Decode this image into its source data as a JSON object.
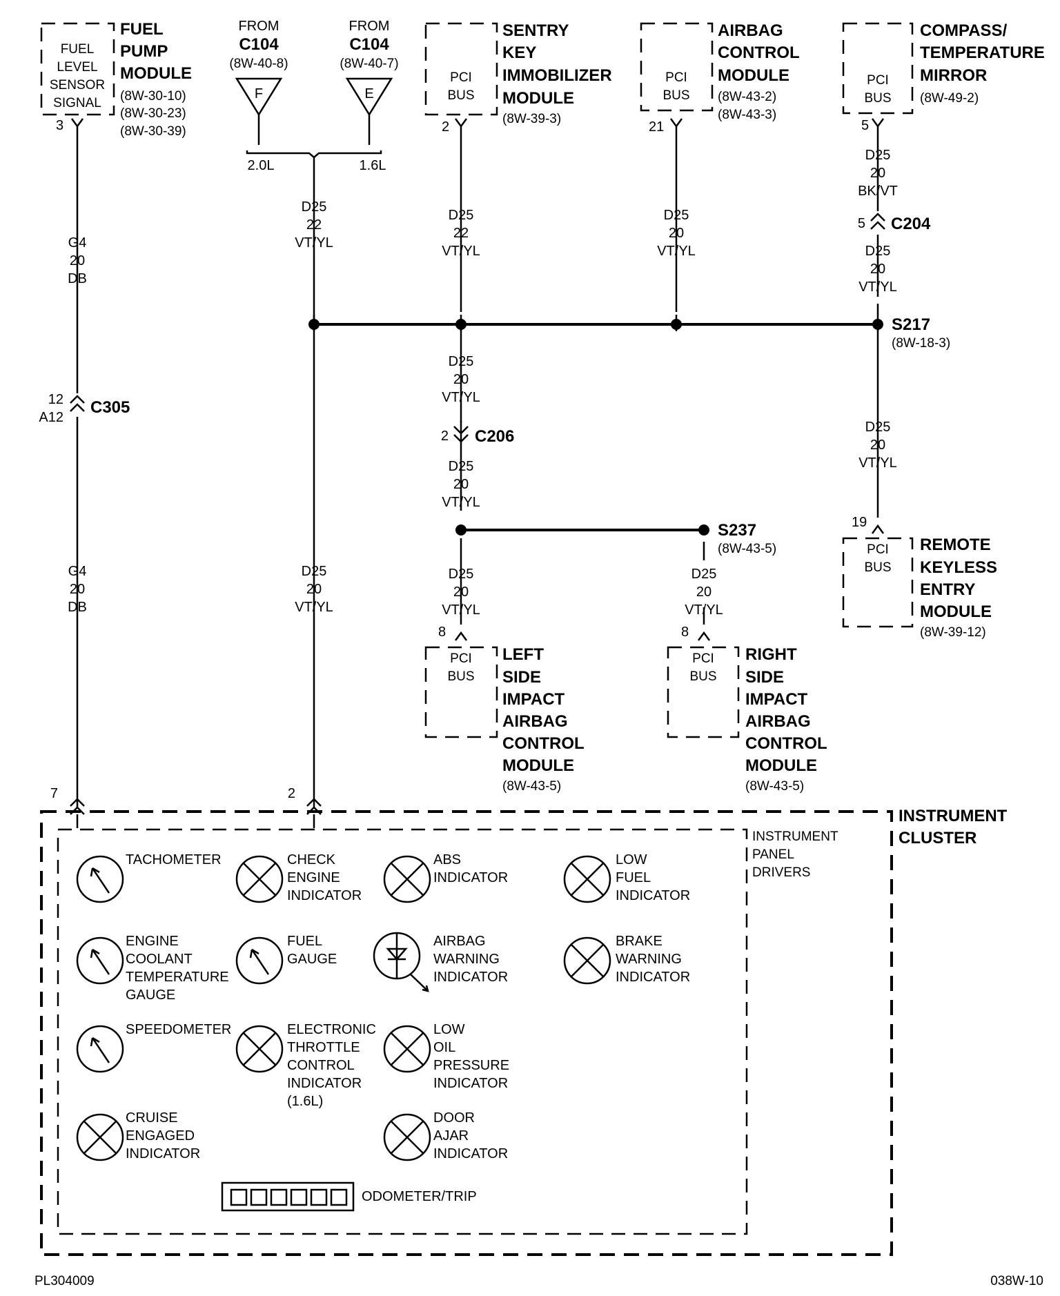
{
  "modules": {
    "fuel_pump": {
      "title": [
        "FUEL",
        "PUMP",
        "MODULE"
      ],
      "refs": [
        "(8W-30-10)",
        "(8W-30-23)",
        "(8W-30-39)"
      ],
      "box": [
        "FUEL",
        "LEVEL",
        "SENSOR",
        "SIGNAL"
      ],
      "pin": "3"
    },
    "from_f": {
      "lines": [
        "FROM",
        "C104",
        "(8W-40-8)"
      ],
      "letter": "F"
    },
    "from_e": {
      "lines": [
        "FROM",
        "C104",
        "(8W-40-7)"
      ],
      "letter": "E"
    },
    "sentry": {
      "title": [
        "SENTRY",
        "KEY",
        "IMMOBILIZER",
        "MODULE"
      ],
      "ref": "(8W-39-3)",
      "box": [
        "PCI",
        "BUS"
      ],
      "pin": "2"
    },
    "airbag": {
      "title": [
        "AIRBAG",
        "CONTROL",
        "MODULE"
      ],
      "refs": [
        "(8W-43-2)",
        "(8W-43-3)"
      ],
      "box": [
        "PCI",
        "BUS"
      ],
      "pin": "21"
    },
    "compass": {
      "title": [
        "COMPASS/",
        "TEMPERATURE",
        "MIRROR"
      ],
      "ref": "(8W-49-2)",
      "box": [
        "PCI",
        "BUS"
      ],
      "pin": "5"
    },
    "rke": {
      "title": [
        "REMOTE",
        "KEYLESS",
        "ENTRY",
        "MODULE"
      ],
      "ref": "(8W-39-12)",
      "box": [
        "PCI",
        "BUS"
      ],
      "pin": "19"
    },
    "left_side": {
      "title": [
        "LEFT",
        "SIDE",
        "IMPACT",
        "AIRBAG",
        "CONTROL",
        "MODULE"
      ],
      "ref": "(8W-43-5)",
      "box": [
        "PCI",
        "BUS"
      ],
      "pin": "8"
    },
    "right_side": {
      "title": [
        "RIGHT",
        "SIDE",
        "IMPACT",
        "AIRBAG",
        "CONTROL",
        "MODULE"
      ],
      "ref": "(8W-43-5)",
      "box": [
        "PCI",
        "BUS"
      ],
      "pin": "8"
    }
  },
  "engine_variants": {
    "left": "2.0L",
    "right": "1.6L"
  },
  "wires": {
    "g4_upper": [
      "G4",
      "20",
      "DB"
    ],
    "g4_lower": [
      "G4",
      "20",
      "DB"
    ],
    "d25_22_c104": [
      "D25",
      "22",
      "VT/YL"
    ],
    "d25_22_sentry": [
      "D25",
      "22",
      "VT/YL"
    ],
    "d25_20_airbag": [
      "D25",
      "20",
      "VT/YL"
    ],
    "d25_compass_top": [
      "D25",
      "20",
      "BK/VT"
    ],
    "d25_compass_mid": [
      "D25",
      "20",
      "VT/YL"
    ],
    "d25_rke": [
      "D25",
      "20",
      "VT/YL"
    ],
    "d25_c206_top": [
      "D25",
      "20",
      "VT/YL"
    ],
    "d25_c206_bottom": [
      "D25",
      "20",
      "VT/YL"
    ],
    "d25_left": [
      "D25",
      "20",
      "VT/YL"
    ],
    "d25_right": [
      "D25",
      "20",
      "VT/YL"
    ],
    "d25_cluster": [
      "D25",
      "20",
      "VT/YL"
    ]
  },
  "connectors": {
    "c305": {
      "name": "C305",
      "pins": [
        "12",
        "A12"
      ]
    },
    "c204": {
      "name": "C204",
      "pin": "5"
    },
    "c206": {
      "name": "C206",
      "pin": "2"
    }
  },
  "splices": {
    "s217": {
      "name": "S217",
      "ref": "(8W-18-3)"
    },
    "s237": {
      "name": "S237",
      "ref": "(8W-43-5)"
    }
  },
  "cluster": {
    "title": [
      "INSTRUMENT",
      "CLUSTER"
    ],
    "drivers": [
      "INSTRUMENT",
      "PANEL",
      "DRIVERS"
    ],
    "pin_left": "7",
    "pin_right": "2",
    "items": {
      "tachometer": [
        "TACHOMETER"
      ],
      "check_engine": [
        "CHECK",
        "ENGINE",
        "INDICATOR"
      ],
      "abs": [
        "ABS",
        "INDICATOR"
      ],
      "low_fuel": [
        "LOW",
        "FUEL",
        "INDICATOR"
      ],
      "coolant": [
        "ENGINE",
        "COOLANT",
        "TEMPERATURE",
        "GAUGE"
      ],
      "fuel_gauge": [
        "FUEL",
        "GAUGE"
      ],
      "airbag_warning": [
        "AIRBAG",
        "WARNING",
        "INDICATOR"
      ],
      "brake": [
        "BRAKE",
        "WARNING",
        "INDICATOR"
      ],
      "speedometer": [
        "SPEEDOMETER"
      ],
      "etc": [
        "ELECTRONIC",
        "THROTTLE",
        "CONTROL",
        "INDICATOR",
        "(1.6L)"
      ],
      "low_oil": [
        "LOW",
        "OIL",
        "PRESSURE",
        "INDICATOR"
      ],
      "cruise": [
        "CRUISE",
        "ENGAGED",
        "INDICATOR"
      ],
      "door_ajar": [
        "DOOR",
        "AJAR",
        "INDICATOR"
      ],
      "odometer": [
        "ODOMETER/TRIP"
      ]
    }
  },
  "footer": {
    "left": "PL304009",
    "right": "038W-10"
  }
}
